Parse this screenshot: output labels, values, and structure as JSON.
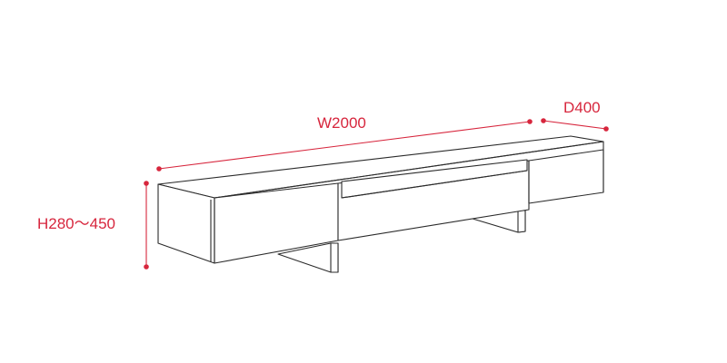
{
  "dimensions": {
    "width": "W2000",
    "depth": "D400",
    "height": "H280～450"
  },
  "colors": {
    "dimension": "#d7263d",
    "outline": "#2b2b2b",
    "background": "#ffffff"
  }
}
